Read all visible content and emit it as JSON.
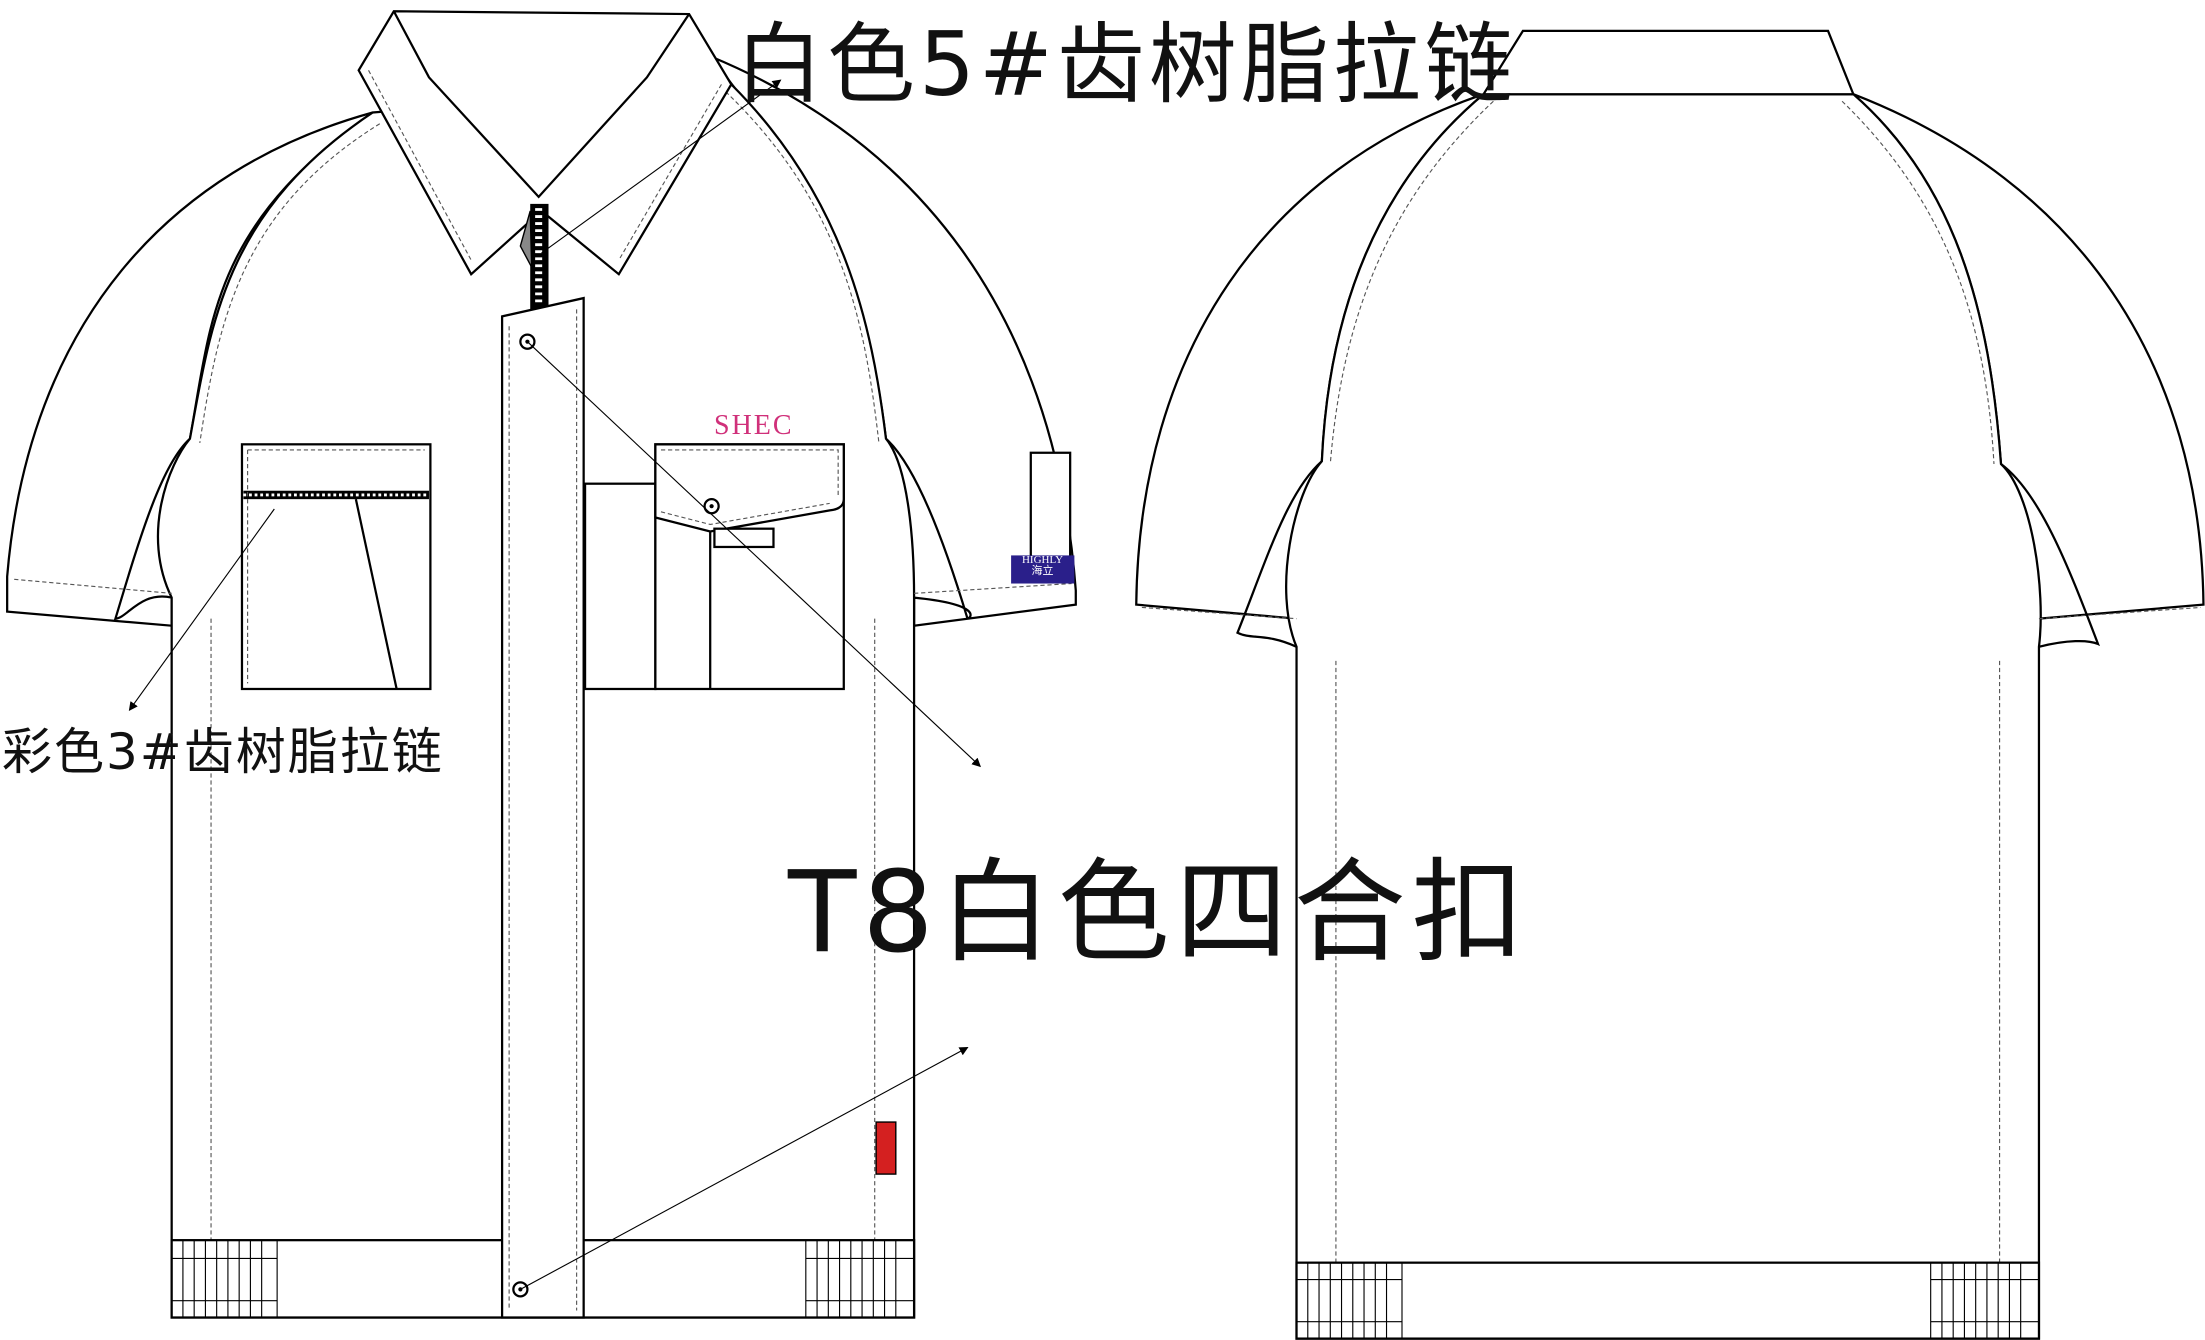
{
  "labels": {
    "zipper_white": "白色5#齿树脂拉链",
    "zipper_color": "彩色3#齿树脂拉链",
    "snap_button": "T8白色四合扣"
  },
  "chest_embroidery": "SHEC",
  "sleeve_badge": {
    "line1": "HIGHLY",
    "line2": "海立",
    "color": "#2a1f8a"
  },
  "colors": {
    "embroidery": "#d0307a",
    "reflective_tab": "#d42020"
  }
}
